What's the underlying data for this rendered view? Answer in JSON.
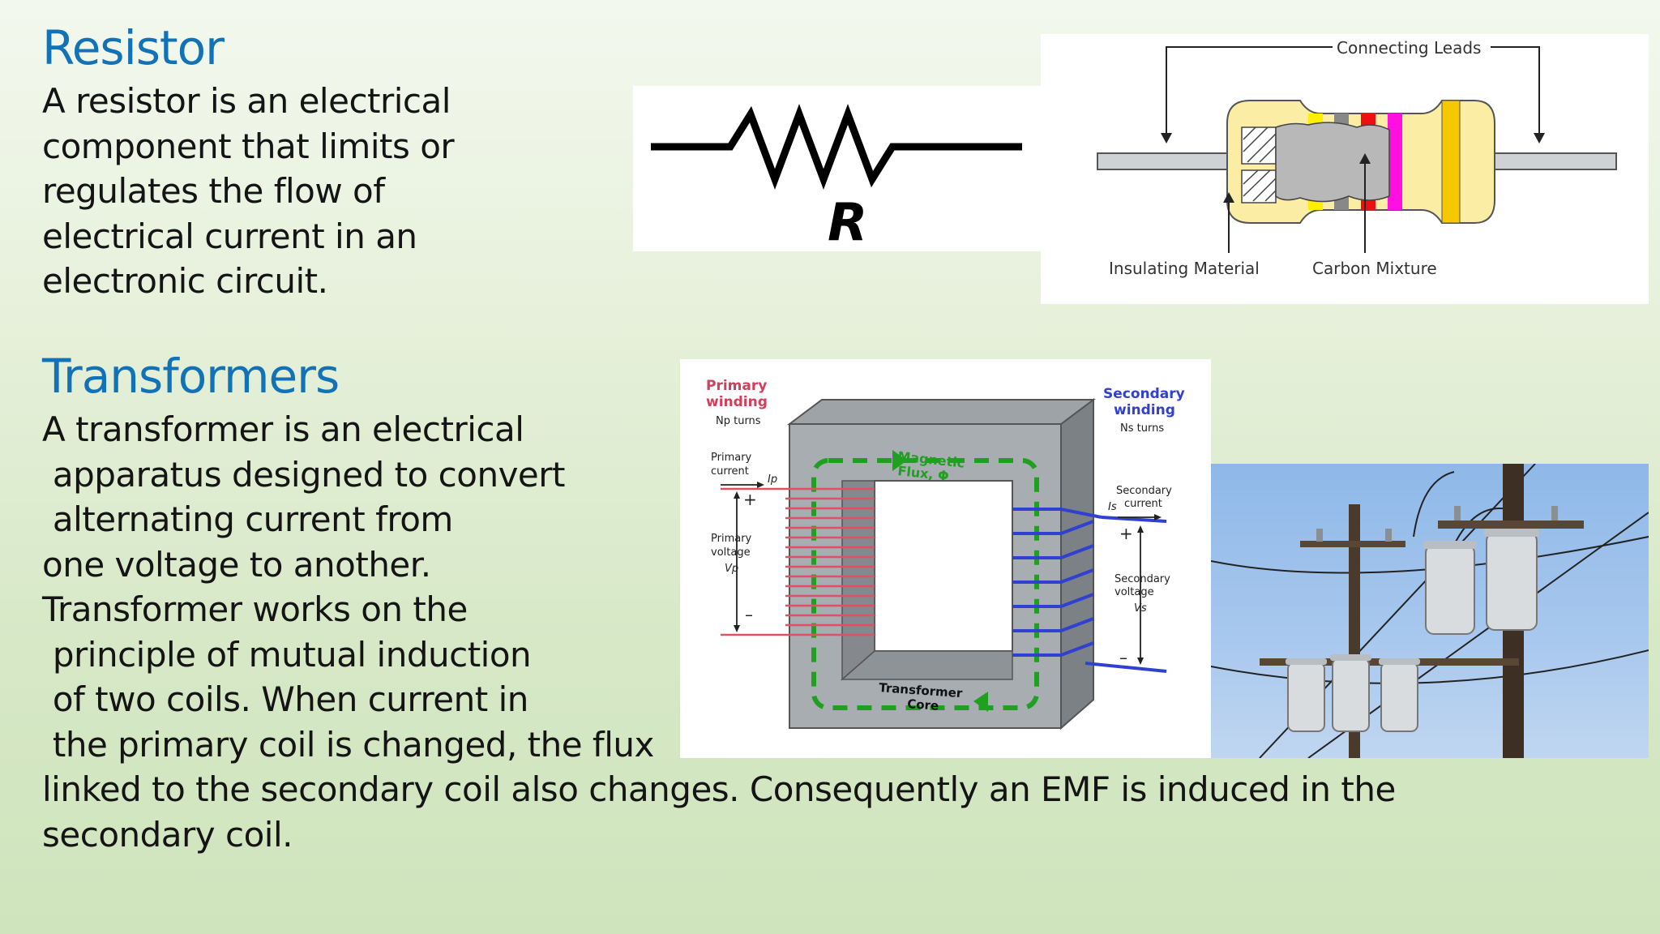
{
  "resistor": {
    "heading": "Resistor",
    "lines": [
      "A resistor is an electrical",
      "component that limits or",
      "regulates the flow of",
      "electrical current in an",
      "electronic circuit."
    ],
    "symbol_label": "R",
    "diagram_labels": {
      "connecting_leads": "Connecting Leads",
      "insulating_material": "Insulating Material",
      "carbon_mixture": "Carbon Mixture"
    }
  },
  "transformers": {
    "heading": "Transformers",
    "lines": [
      "A transformer is an electrical",
      " apparatus designed to convert",
      " alternating current from",
      "one voltage to another.",
      "Transformer works on the",
      " principle of mutual induction",
      " of two coils. When current in",
      " the primary coil is changed, the flux",
      "linked to the secondary coil also changes. Consequently an EMF is induced in the",
      "secondary coil."
    ],
    "diagram_labels": {
      "primary_winding_1": "Primary",
      "primary_winding_2": "winding",
      "primary_turns": "Np turns",
      "primary_current_1": "Primary",
      "primary_current_2": "current",
      "ip": "Ip",
      "primary_voltage_1": "Primary",
      "primary_voltage_2": "voltage",
      "vp": "Vp",
      "secondary_winding_1": "Secondary",
      "secondary_winding_2": "winding",
      "secondary_turns": "Ns turns",
      "secondary_current_1": "Secondary",
      "secondary_current_2": "current",
      "is": "Is",
      "secondary_voltage_1": "Secondary",
      "secondary_voltage_2": "voltage",
      "vs": "Vs",
      "flux_1": "Magnetic",
      "flux_2": "Flux, Φ",
      "core_1": "Transformer",
      "core_2": "Core",
      "plus": "+",
      "minus": "–"
    }
  },
  "colors": {
    "heading": "#1272b8",
    "primary_coil": "#e05060",
    "secondary_coil": "#3040d0",
    "flux": "#20a020",
    "core": "#a8adb2"
  }
}
